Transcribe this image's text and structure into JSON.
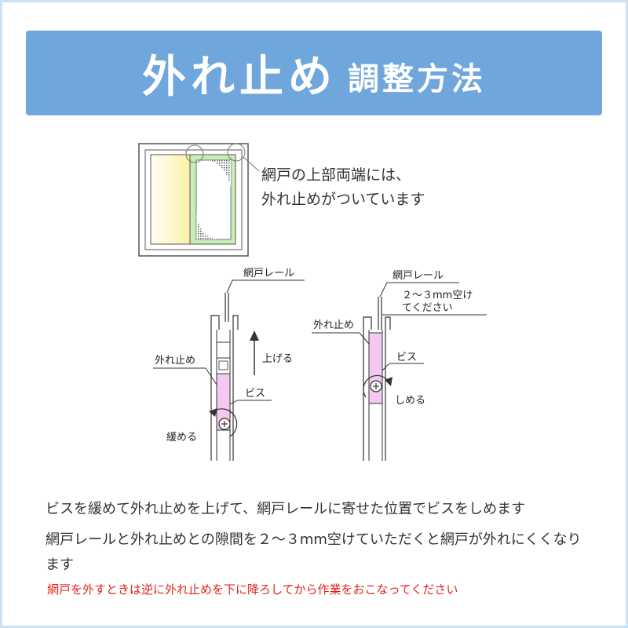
{
  "title": {
    "main": "外れ止め",
    "sub": "調整方法"
  },
  "note": {
    "line1": "網戸の上部両端には、",
    "line2": "外れ止めがついています"
  },
  "left_diagram": {
    "rail_label": "網戸レール",
    "stopper_label": "外れ止め",
    "raise_label": "上げる",
    "screw_label": "ビス",
    "loosen_label": "緩める"
  },
  "right_diagram": {
    "rail_label": "網戸レール",
    "gap_line1": "２～３mm空け",
    "gap_line2": "てください",
    "stopper_label": "外れ止め",
    "screw_label": "ビス",
    "tighten_label": "しめる"
  },
  "description": {
    "line1": "ビスを緩めて外れ止めを上げて、網戸レールに寄せた位置でビスをしめます",
    "line2": "網戸レールと外れ止めとの隙間を２～３mm空けていただくと網戸が外れにくくなります"
  },
  "warning": "網戸を外すときは逆に外れ止めを下に降ろしてから作業をおこなってください",
  "colors": {
    "title_bg": "#6fa6dc",
    "stopper_fill": "#f4c8f0",
    "screen_frame": "#c8eeb8",
    "warning_text": "#e0231b"
  }
}
